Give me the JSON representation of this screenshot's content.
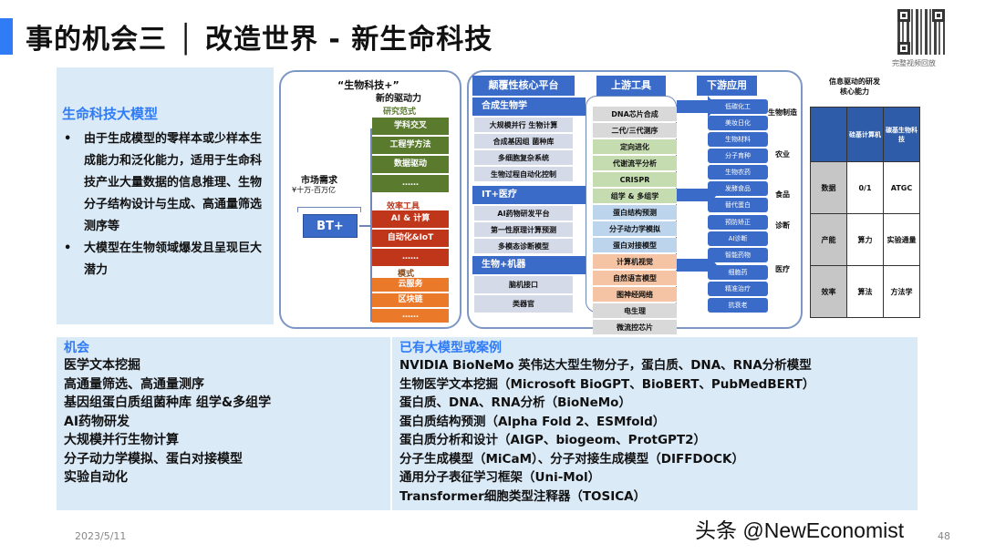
{
  "header": {
    "title": "事的机会三 │ 改造世界 - 新生命科技",
    "qr_caption": "完整视频回放"
  },
  "left_panel": {
    "heading": "生命科技大模型",
    "bullets": [
      "由于生成模型的零样本或少样本生成能力和泛化能力，适用于生命科技产业大量数据的信息推理、生物分子结构设计与生成、高通量筛选测序等",
      "大模型在生物领域爆发且呈现巨大潜力"
    ]
  },
  "diagram_bt": {
    "title": "“生物科技+”",
    "subtitle": "新的驱动力",
    "market_label": "市场需求",
    "market_value": "¥十万-百万亿",
    "bt_label": "BT+",
    "groups": [
      {
        "name": "研究范式",
        "color": "#5a7a2e",
        "label_color": "#5a7a2e",
        "items": [
          "学科交叉",
          "工程学方法",
          "数据驱动",
          "……"
        ]
      },
      {
        "name": "效率工具",
        "color": "#c0361a",
        "label_color": "#c0361a",
        "items": [
          "AI & 计算",
          "自动化&IoT",
          "……"
        ]
      },
      {
        "name": "模式",
        "color": "#ea7a2a",
        "label_color": "#8a4a1a",
        "items": [
          "云服务",
          "区块链",
          "……"
        ]
      }
    ]
  },
  "diagram_platform": {
    "headers": {
      "core": "颠覆性核心平台",
      "upstream": "上游工具",
      "downstream": "下游应用"
    },
    "bands": [
      {
        "label": "合成生物学",
        "items": [
          "大规模并行 生物计算",
          "合成基因组 菌种库",
          "多细胞复杂系统",
          "生物过程自动化控制"
        ]
      },
      {
        "label": "IT+医疗",
        "items": [
          "AI药物研发平台",
          "第一性原理计算预测",
          "多模态诊断模型"
        ]
      },
      {
        "label": "生物+机器",
        "items": [
          "脑机接口",
          "类器官"
        ]
      }
    ],
    "upstream": [
      {
        "label": "DNA芯片合成",
        "color": "#d9d9d9"
      },
      {
        "label": "二代/三代测序",
        "color": "#d9d9d9"
      },
      {
        "label": "定向进化",
        "color": "#c5dcb0"
      },
      {
        "label": "代谢流平分析",
        "color": "#c5dcb0"
      },
      {
        "label": "CRISPR",
        "color": "#c5dcb0"
      },
      {
        "label": "组学 & 多组学",
        "color": "#c5dcb0"
      },
      {
        "label": "蛋白结构预测",
        "color": "#bcd4ec"
      },
      {
        "label": "分子动力学模拟",
        "color": "#bcd4ec"
      },
      {
        "label": "蛋白对接模型",
        "color": "#bcd4ec"
      },
      {
        "label": "计算机视觉",
        "color": "#f5c4a4"
      },
      {
        "label": "自然语言模型",
        "color": "#f5c4a4"
      },
      {
        "label": "图神经网络",
        "color": "#f5c4a4"
      },
      {
        "label": "电生理",
        "color": "#d9d9d9"
      },
      {
        "label": "微流控芯片",
        "color": "#d9d9d9"
      }
    ],
    "downstream": [
      "低碳化工",
      "美妆日化",
      "生物材料",
      "分子育种",
      "生物农药",
      "发酵食品",
      "替代蛋白",
      "预防矫正",
      "AI诊断",
      "智能药物",
      "细胞药",
      "精准治疗",
      "抗衰老"
    ],
    "sectors": [
      "生物制造",
      "农业",
      "食品",
      "诊断",
      "医疗"
    ]
  },
  "capability_table": {
    "title": "信息驱动的研发核心能力",
    "columns": [
      "",
      "硅基计算机",
      "碳基生物科技"
    ],
    "rows": [
      [
        "数据",
        "0/1",
        "ATGC"
      ],
      [
        "产能",
        "算力",
        "实验通量"
      ],
      [
        "效率",
        "算法",
        "方法学"
      ]
    ]
  },
  "opportunities": {
    "heading": "机会",
    "items": [
      "医学文本挖掘",
      "高通量筛选、高通量测序",
      "基因组蛋白质组菌种库 组学&多组学",
      "AI药物研发",
      "大规模并行生物计算",
      "分子动力学模拟、蛋白对接模型",
      "实验自动化"
    ]
  },
  "cases": {
    "heading": "已有大模型或案例",
    "items": [
      "NVIDIA BioNeMo 英伟达大型生物分子，蛋白质、DNA、RNA分析模型",
      "生物医学文本挖掘（Microsoft BioGPT、BioBERT、PubMedBERT）",
      "蛋白质、DNA、RNA分析（BioNeMo）",
      "蛋白质结构预测（Alpha Fold 2、ESMfold）",
      "蛋白质分析和设计（AIGP、biogeom、ProtGPT2）",
      "分子生成模型（MiCaM）、分子对接生成模型（DIFFDOCK）",
      "通用分子表征学习框架（Uni-Mol）",
      "Transformer细胞类型注释器（TOSICA）"
    ]
  },
  "footer": {
    "date": "2023/5/11",
    "page": "48",
    "watermark": "头条 @NewEconomist"
  },
  "colors": {
    "accent": "#2f7cf6",
    "diagram_blue": "#3a6bc8",
    "panel_bg": "#dbeaf7"
  }
}
